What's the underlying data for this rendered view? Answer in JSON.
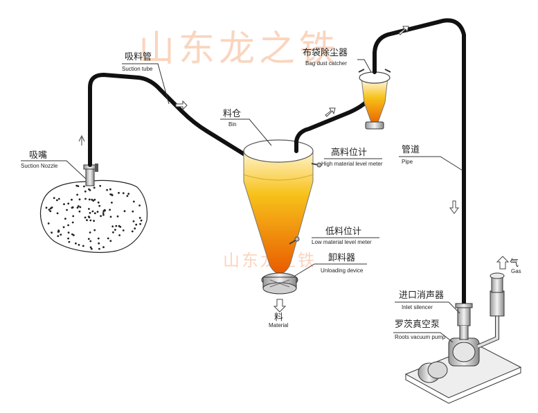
{
  "watermark": {
    "main": "山东龙之铁",
    "small": "山东龙之铁"
  },
  "labels": {
    "suction_tube": {
      "cn": "吸料管",
      "en": "Suction tube"
    },
    "suction_nozzle": {
      "cn": "吸嘴",
      "en": "Suction Nozzle"
    },
    "bin": {
      "cn": "料仓",
      "en": "Bin"
    },
    "bag_dust_catcher": {
      "cn": "布袋除尘器",
      "en": "Bag dust catcher"
    },
    "high_level_meter": {
      "cn": "高料位计",
      "en": "High material level meter"
    },
    "pipe": {
      "cn": "管道",
      "en": "Pipe"
    },
    "low_level_meter": {
      "cn": "低料位计",
      "en": "Low material level meter"
    },
    "unloading_device": {
      "cn": "卸料器",
      "en": "Unloading device"
    },
    "material": {
      "cn": "料",
      "en": "Material"
    },
    "gas": {
      "cn": "气",
      "en": "Gas"
    },
    "inlet_silencer": {
      "cn": "进口消声器",
      "en": "Inlet silencer"
    },
    "roots_pump": {
      "cn": "罗茨真空泵",
      "en": "Roots vacuum pump"
    }
  },
  "colors": {
    "pipe": "#111111",
    "material_top": "#fff4cf",
    "material_mid": "#f5b800",
    "material_bottom": "#e85a00",
    "watermark": "#f6b48a"
  }
}
